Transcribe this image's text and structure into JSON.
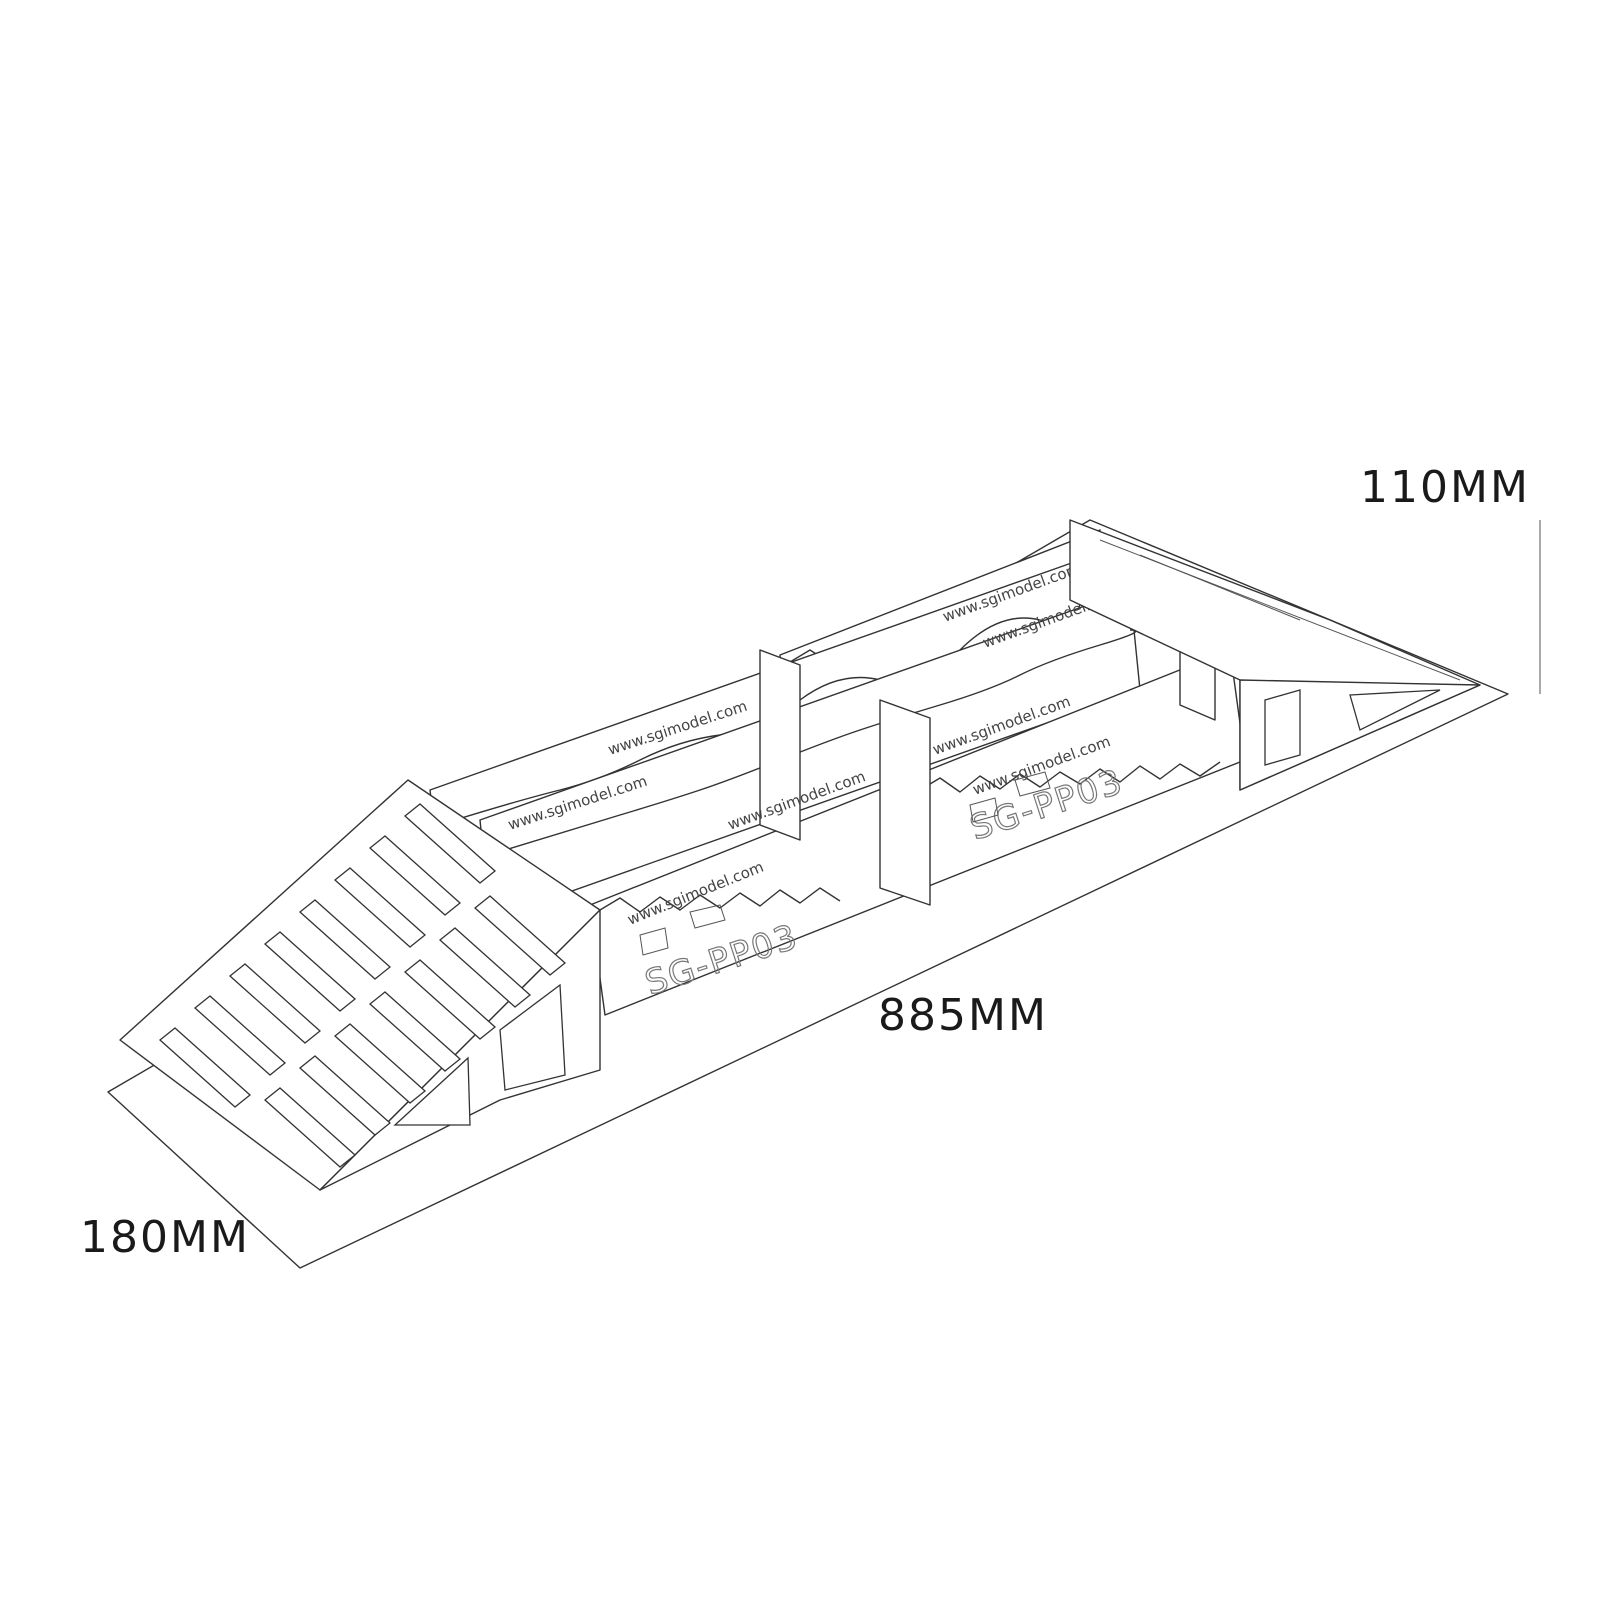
{
  "dimensions": {
    "width": "180MM",
    "length": "885MM",
    "height": "110MM"
  },
  "model_code": "SG-PP03",
  "website": "www.sgimodel.com"
}
